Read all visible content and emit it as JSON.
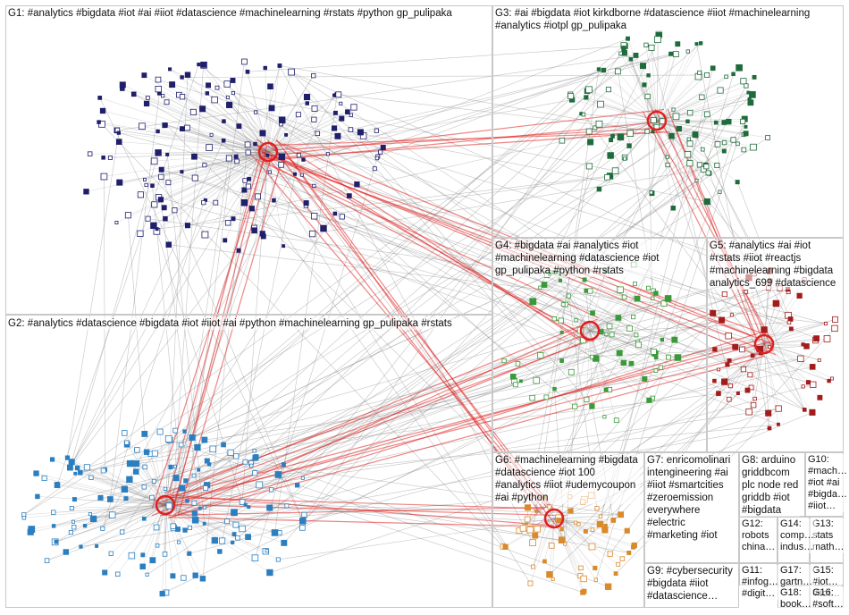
{
  "groups": [
    {
      "id": "G1",
      "label": "G1: #analytics #bigdata #iot #ai #iiot #datascience #machinelearning #rstats #python gp_pulipaka",
      "color": "#1f1f6b"
    },
    {
      "id": "G2",
      "label": "G2: #analytics #datascience #bigdata #iot #iiot #ai #python #machinelearning gp_pulipaka #rstats",
      "color": "#2b7fc0"
    },
    {
      "id": "G3",
      "label": "G3: #ai #bigdata #iot kirkdborne #datascience #iiot #machinelearning\n#analytics #iotpl gp_pulipaka",
      "color": "#1e6b3c"
    },
    {
      "id": "G4",
      "label": "G4: #bigdata #ai #analytics #iot\n#machinelearning #datascience #iot\ngp_pulipaka #python #rstats",
      "color": "#3a9a3a"
    },
    {
      "id": "G5",
      "label": "G5: #analytics #ai #iot\n#rstats #iiot #reactjs\n#machinelearning #bigdata\nanalytics_699 #datascience",
      "color": "#a31c1c"
    },
    {
      "id": "G6",
      "label": "G6: #machinelearning #bigdata\n#datascience #iot 100\n#analytics #iiot #udemycoupon\n#ai #python",
      "color": "#d98a2b"
    },
    {
      "id": "G7",
      "label": "G7: enricomolinari\nintengineering #ai\n#iiot #smartcities\n#zeroemission\neverywhere\n#electric\n#marketing #iot",
      "color": "#888888"
    },
    {
      "id": "G8",
      "label": "G8: arduino\ngriddbcom\nplc node red\ngriddb #iot\n#bigdata",
      "color": "#888888"
    },
    {
      "id": "G9",
      "label": "G9: #cybersecurity\n#bigdata #iiot\n#datascience…",
      "color": "#888888"
    },
    {
      "id": "G10",
      "label": "G10:\n#mach…\n#iot #ai\n#bigda…\n#iiot…",
      "color": "#888888"
    },
    {
      "id": "G11",
      "label": "G11:\n#infog…\n#digit…",
      "color": "#888888"
    },
    {
      "id": "G12",
      "label": "G12:\nrobots\nchina…",
      "color": "#888888"
    },
    {
      "id": "G13",
      "label": "G13:\nstats\nmath…",
      "color": "#888888"
    },
    {
      "id": "G14",
      "label": "G14:\ncomp…\nindus…",
      "color": "#888888"
    },
    {
      "id": "G15",
      "label": "G15:\n#iot…\n#iiot…",
      "color": "#888888"
    },
    {
      "id": "G16",
      "label": "G16:\n#soft…",
      "color": "#888888"
    },
    {
      "id": "G17",
      "label": "G17:\ngartn…",
      "color": "#888888"
    },
    {
      "id": "G18",
      "label": "G18:\nbook…",
      "color": "#888888"
    }
  ],
  "colors": {
    "edge_gray": "#8a8a8a",
    "edge_red": "#e02020",
    "border": "#c8c8c8",
    "background": "#ffffff"
  }
}
